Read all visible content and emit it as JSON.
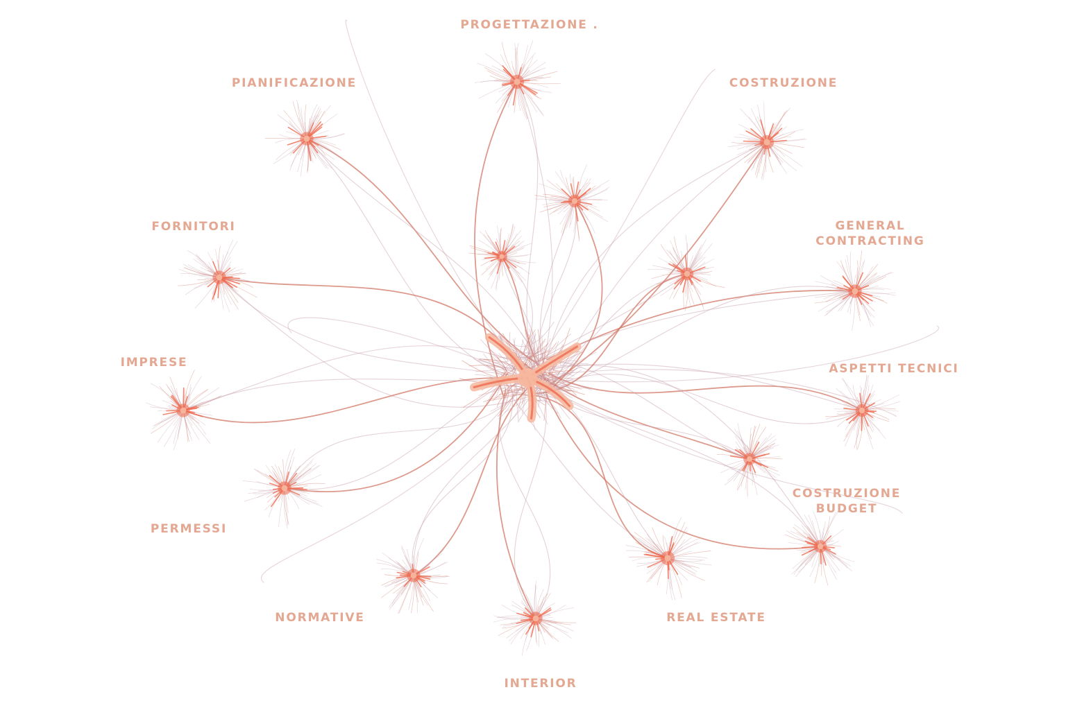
{
  "colors": {
    "label": "#e3a792",
    "core": "#ef6a4f",
    "core_light": "#f6b79e",
    "filament": "#c9a3ad",
    "filament_dark": "#d27766"
  },
  "nodes": [
    {
      "id": "progettazione",
      "lines": [
        "PROGETTAZIONE ."
      ]
    },
    {
      "id": "pianificazione",
      "lines": [
        "PIANIFICAZIONE"
      ]
    },
    {
      "id": "costruzione",
      "lines": [
        "COSTRUZIONE"
      ]
    },
    {
      "id": "fornitori",
      "lines": [
        "FORNITORI"
      ]
    },
    {
      "id": "general-contracting",
      "lines": [
        "GENERAL",
        "CONTRACTING"
      ]
    },
    {
      "id": "imprese",
      "lines": [
        "IMPRESE"
      ]
    },
    {
      "id": "aspetti-tecnici",
      "lines": [
        "ASPETTI TECNICI"
      ]
    },
    {
      "id": "permessi",
      "lines": [
        "PERMESSI"
      ]
    },
    {
      "id": "costruzione-budget",
      "lines": [
        "COSTRUZIONE",
        "BUDGET"
      ]
    },
    {
      "id": "normative",
      "lines": [
        "NORMATIVE"
      ]
    },
    {
      "id": "real-estate",
      "lines": [
        "REAL ESTATE"
      ]
    },
    {
      "id": "interior",
      "lines": [
        "INTERIOR"
      ]
    }
  ]
}
